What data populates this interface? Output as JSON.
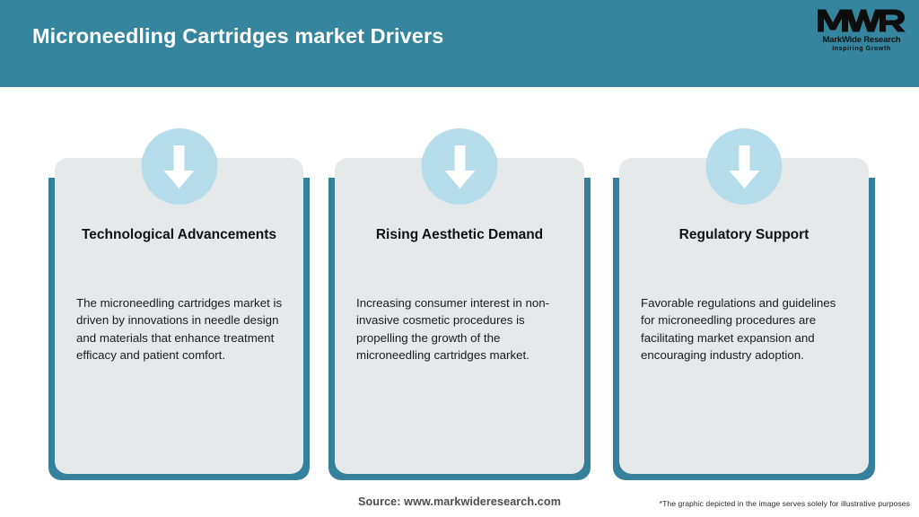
{
  "header": {
    "title": "Microneedling Cartridges market Drivers",
    "background_color": "#35859e",
    "title_color": "#ffffff"
  },
  "logo": {
    "mark": "MWR",
    "name": "MarkWide Research",
    "tagline": "Inspiring Growth"
  },
  "theme": {
    "accent_teal": "#35859e",
    "frame_teal": "#35809a",
    "card_background": "#e6e9ea",
    "circle_blue": "#b5dcea",
    "arrow_color": "#ffffff",
    "text_dark": "#111111"
  },
  "cards": [
    {
      "icon": "down-arrow-icon",
      "title": "Technological Advancements",
      "body": "The microneedling cartridges market is driven by innovations in needle design and materials that enhance treatment efficacy and patient comfort."
    },
    {
      "icon": "down-arrow-icon",
      "title": "Rising Aesthetic Demand",
      "body": "Increasing consumer interest in non-invasive cosmetic procedures is propelling the growth of the microneedling cartridges market."
    },
    {
      "icon": "down-arrow-icon",
      "title": "Regulatory Support",
      "body": "Favorable regulations and guidelines for microneedling procedures are facilitating market expansion and encouraging industry adoption."
    }
  ],
  "footer": {
    "source": "Source: www.markwideresearch.com",
    "disclaimer": "*The graphic depicted in the image serves solely for illustrative purposes"
  }
}
